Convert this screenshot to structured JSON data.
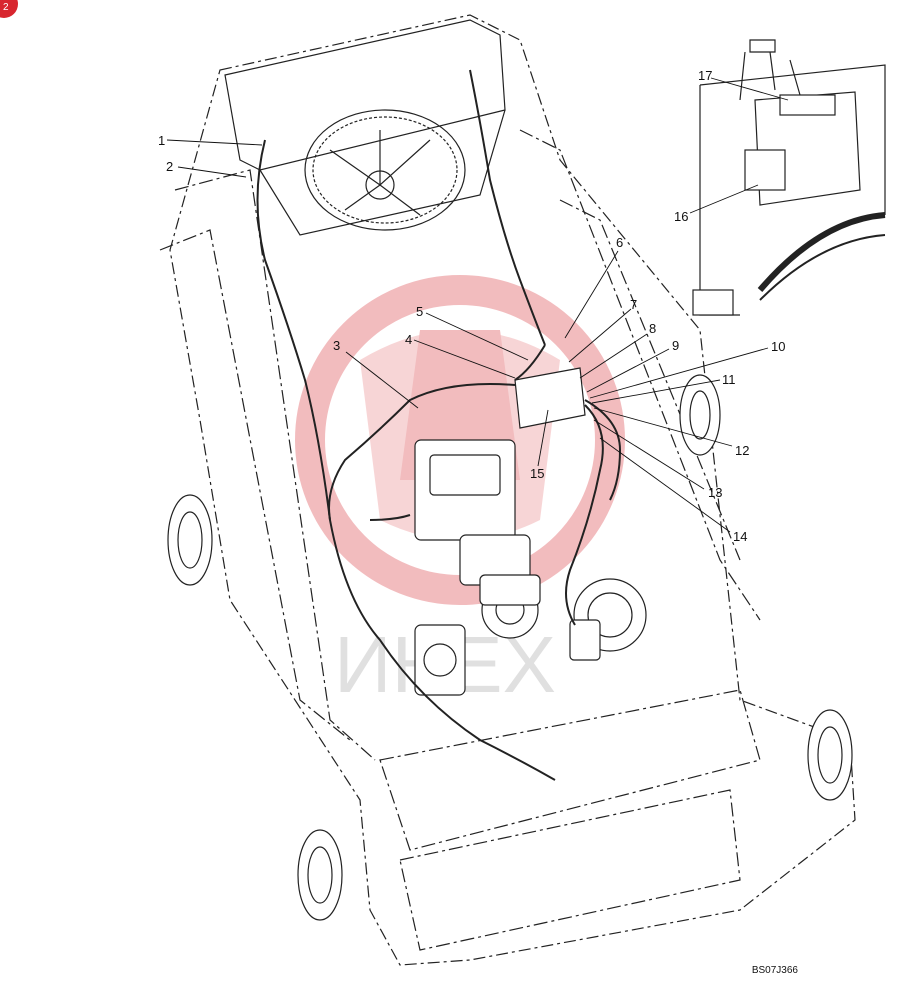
{
  "badge_text": "2",
  "colors": {
    "line": "#222222",
    "watermark_red": "#e8868a",
    "watermark_gray": "#d9d9d9",
    "badge": "#d8262f"
  },
  "watermark": {
    "text": "ИНЕХ"
  },
  "callouts": [
    {
      "label": "1"
    },
    {
      "label": "2"
    },
    {
      "label": "3"
    },
    {
      "label": "4"
    },
    {
      "label": "5"
    },
    {
      "label": "6"
    },
    {
      "label": "7"
    },
    {
      "label": "8"
    },
    {
      "label": "9"
    },
    {
      "label": "10"
    },
    {
      "label": "11"
    },
    {
      "label": "12"
    },
    {
      "label": "13"
    },
    {
      "label": "14"
    },
    {
      "label": "15"
    },
    {
      "label": "16"
    },
    {
      "label": "17"
    }
  ],
  "reference_code": "BS07J366"
}
